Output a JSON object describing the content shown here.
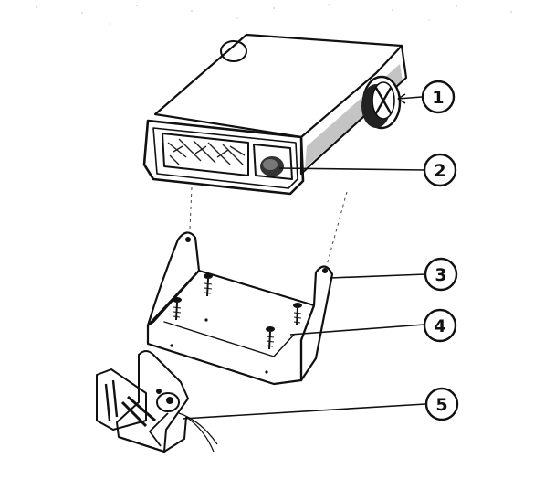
{
  "diagram": {
    "callouts": [
      {
        "id": "callout-1",
        "number": "1"
      },
      {
        "id": "callout-2",
        "number": "2"
      },
      {
        "id": "callout-3",
        "number": "3"
      },
      {
        "id": "callout-4",
        "number": "4"
      },
      {
        "id": "callout-5",
        "number": "5"
      }
    ],
    "colors": {
      "ink": "#111111",
      "paper": "#ffffff"
    }
  }
}
